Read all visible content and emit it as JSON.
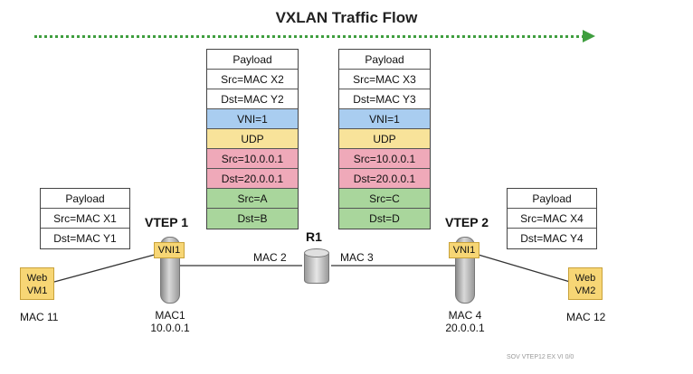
{
  "title": "VXLAN Traffic Flow",
  "stack1": [
    "Payload",
    "Src=MAC X2",
    "Dst=MAC Y2",
    "VNI=1",
    "UDP",
    "Src=10.0.0.1",
    "Dst=20.0.0.1",
    "Src=A",
    "Dst=B"
  ],
  "stack2": [
    "Payload",
    "Src=MAC X3",
    "Dst=MAC Y3",
    "VNI=1",
    "UDP",
    "Src=10.0.0.1",
    "Dst=20.0.0.1",
    "Src=C",
    "Dst=D"
  ],
  "left_frame": [
    "Payload",
    "Src=MAC X1",
    "Dst=MAC Y1"
  ],
  "right_frame": [
    "Payload",
    "Src=MAC X4",
    "Dst=MAC Y4"
  ],
  "vtep1": {
    "name": "VTEP 1",
    "vni": "VNI1",
    "mac": "MAC1",
    "ip": "10.0.0.1"
  },
  "vtep2": {
    "name": "VTEP 2",
    "vni": "VNI1",
    "mac": "MAC 4",
    "ip": "20.0.0.1"
  },
  "router": {
    "name": "R1",
    "left_mac": "MAC 2",
    "right_mac": "MAC 3"
  },
  "vm1": {
    "line1": "Web",
    "line2": "VM1",
    "mac": "MAC 11"
  },
  "vm2": {
    "line1": "Web",
    "line2": "VM2",
    "mac": "MAC 12"
  },
  "watermark": "SOV VTEP12 EX VI 0/0",
  "colors": {
    "blue": "#a9cdf0",
    "yellow": "#f8e39a",
    "pink": "#efa9b9",
    "green": "#a9d69c",
    "flow_arrow": "#3f9e3f"
  }
}
